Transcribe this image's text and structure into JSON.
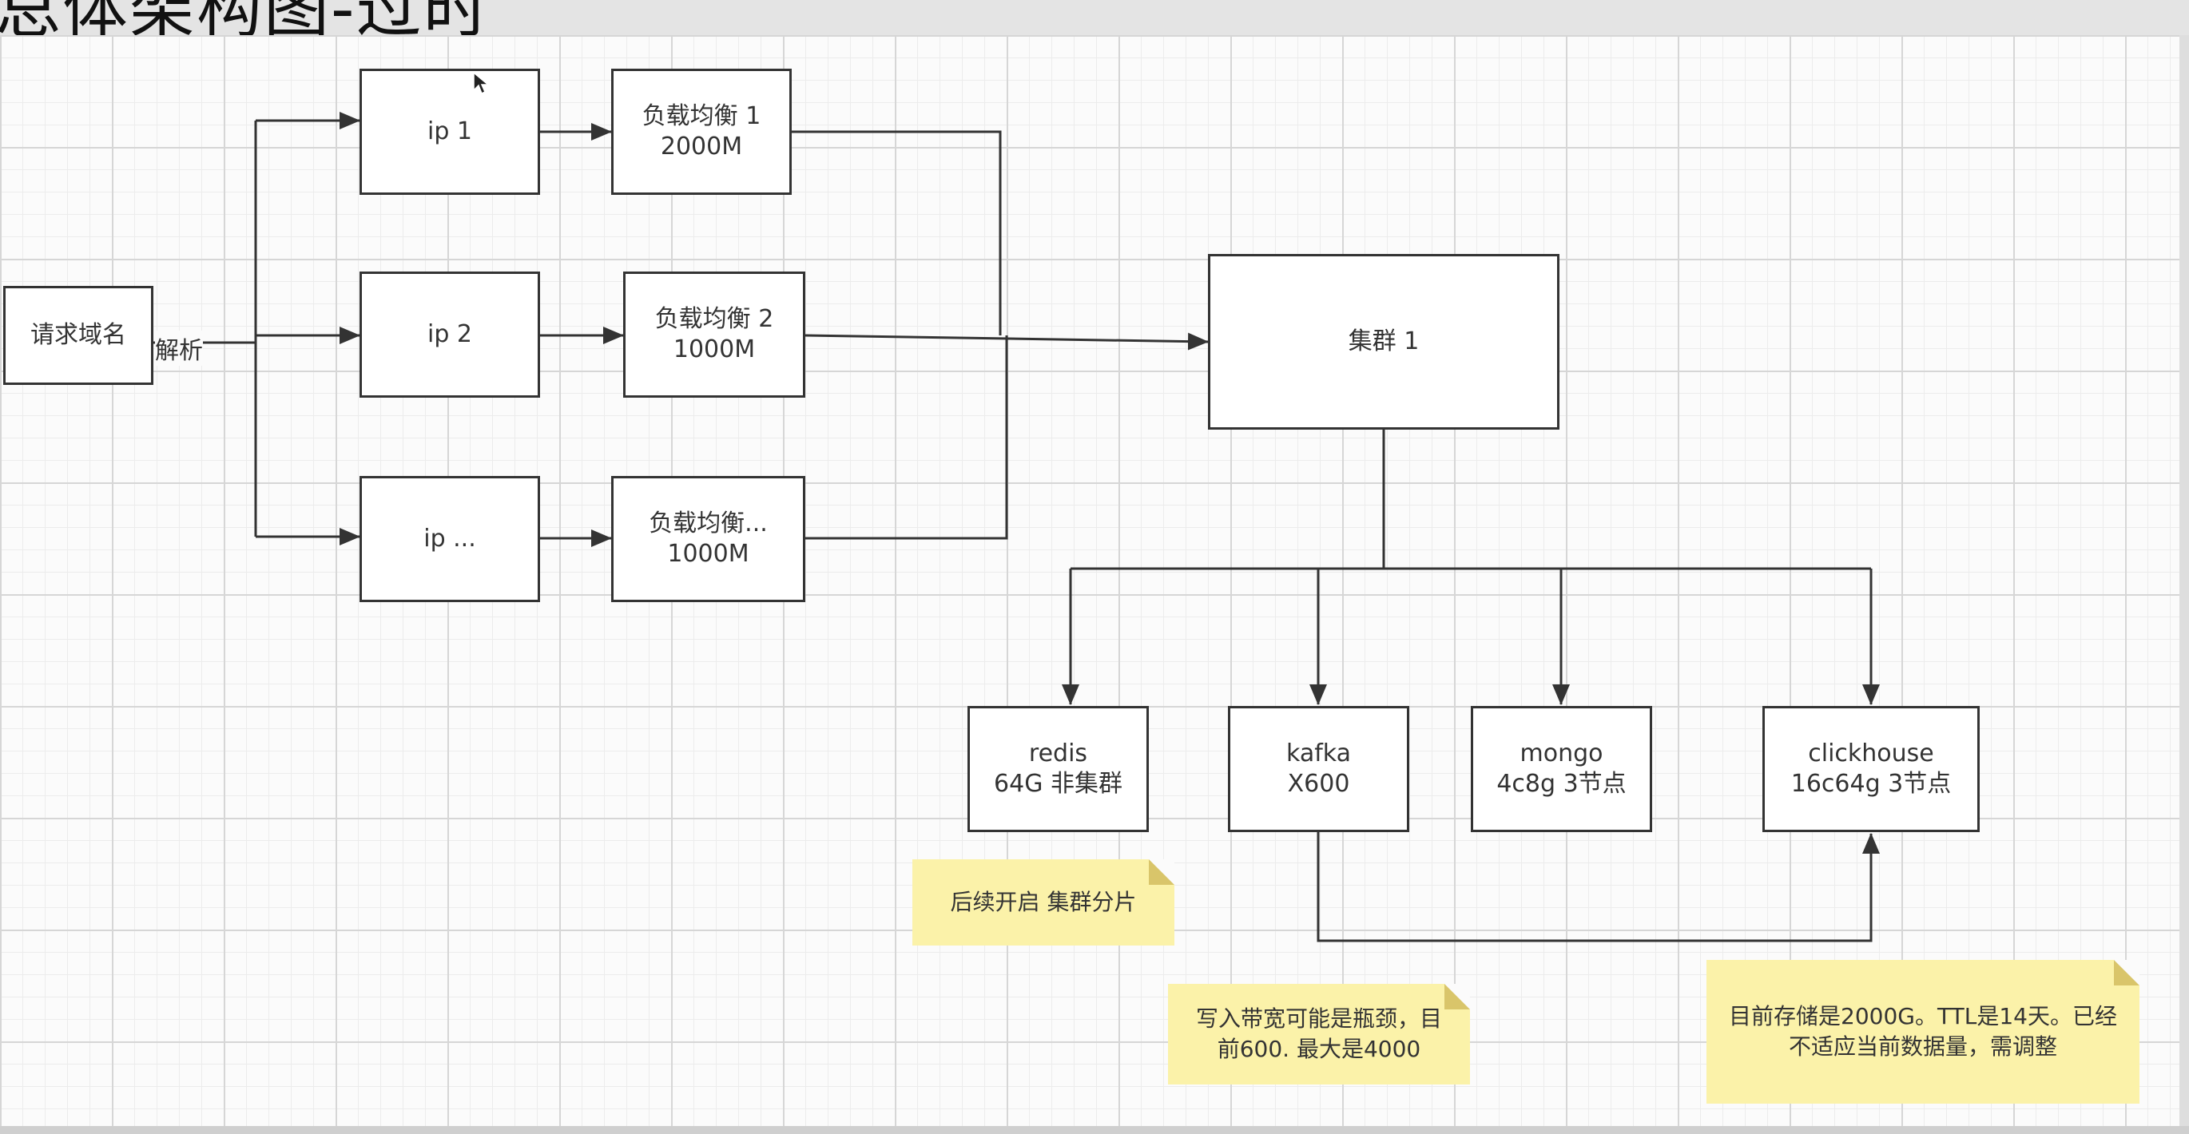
{
  "page": {
    "title": "总体架构图-过时"
  },
  "diagram": {
    "request_node": {
      "label": "请求域名"
    },
    "resolve_label": "解析",
    "ip_nodes": [
      {
        "label": "ip 1"
      },
      {
        "label": "ip 2"
      },
      {
        "label": "ip ..."
      }
    ],
    "lb_nodes": [
      {
        "line1": "负载均衡 1",
        "line2": "2000M"
      },
      {
        "line1": "负载均衡 2",
        "line2": "1000M"
      },
      {
        "line1": "负载均衡...",
        "line2": "1000M"
      }
    ],
    "cluster_node": {
      "label": "集群 1"
    },
    "storage_nodes": {
      "redis": {
        "line1": "redis",
        "line2": "64G 非集群"
      },
      "kafka": {
        "line1": "kafka",
        "line2": "X600"
      },
      "mongo": {
        "line1": "mongo",
        "line2": "4c8g 3节点"
      },
      "clickhouse": {
        "line1": "clickhouse",
        "line2": "16c64g 3节点"
      }
    },
    "notes": {
      "redis_note": {
        "line1": "后续开启 集群分片"
      },
      "kafka_note": {
        "line1": "写入带宽可能是瓶颈，目",
        "line2": "前600. 最大是4000"
      },
      "clickhouse_note": {
        "line1": "目前存储是2000G。TTL是14天。已经",
        "line2": "不适应当前数据量，需调整"
      }
    }
  },
  "colors": {
    "node_border": "#333333",
    "note_fill": "#fbf2a9",
    "grid_major": "#d6d6d6",
    "grid_minor": "#ececec"
  }
}
